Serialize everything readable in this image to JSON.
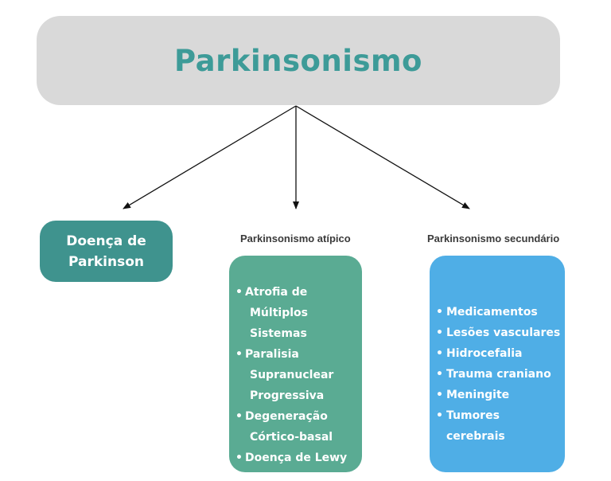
{
  "root": {
    "title": "Parkinsonismo"
  },
  "branches": {
    "parkinson": {
      "label": "Doença de Parkinson"
    },
    "atypical": {
      "heading": "Parkinsonismo atípico",
      "items": [
        "Atrofia de Múltiplos Sistemas",
        "Paralisia Supranuclear Progressiva",
        "Degeneração Córtico-basal",
        "Doença de Lewy"
      ]
    },
    "secondary": {
      "heading": "Parkinsonismo secundário",
      "items": [
        "Medicamentos",
        "Lesões vasculares",
        "Hidrocefalia",
        "Trauma craniano",
        "Meningite",
        "Tumores cerebrais"
      ]
    }
  },
  "colors": {
    "root_bg": "#d9d9d9",
    "root_text": "#3d9b98",
    "parkinson_bg": "#3f938e",
    "atypical_bg": "#5aab93",
    "secondary_bg": "#4faee6",
    "arrow": "#111111"
  }
}
